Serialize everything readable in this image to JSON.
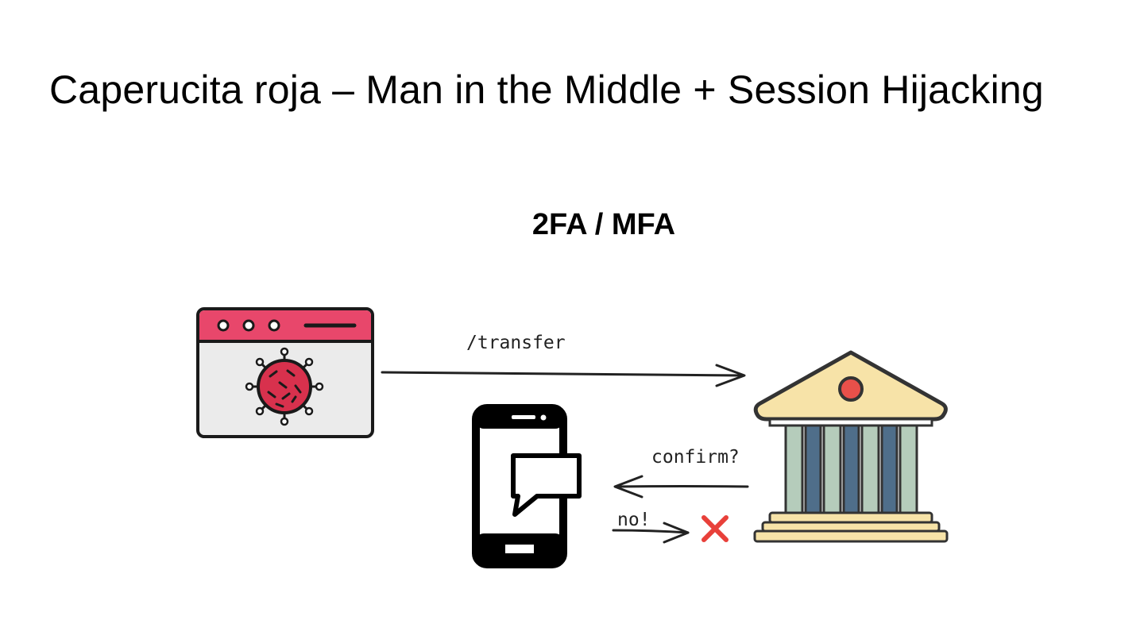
{
  "slide": {
    "title": "Caperucita roja – Man in the Middle + Session Hijacking",
    "subtitle": "2FA / MFA"
  },
  "diagram": {
    "labels": {
      "transfer": "/transfer",
      "confirm": "confirm?",
      "no": "no!"
    },
    "icons": [
      "infected-browser-icon",
      "smartphone-message-icon",
      "bank-icon",
      "red-x-icon"
    ],
    "colors": {
      "browser_bar": "#e8476b",
      "virus": "#d8314d",
      "bank_roof": "#f7e3a8",
      "bank_dot": "#e8504a",
      "column_dark": "#4f6e8a",
      "column_light": "#b5ccbb",
      "cross": "#e8403a"
    }
  }
}
